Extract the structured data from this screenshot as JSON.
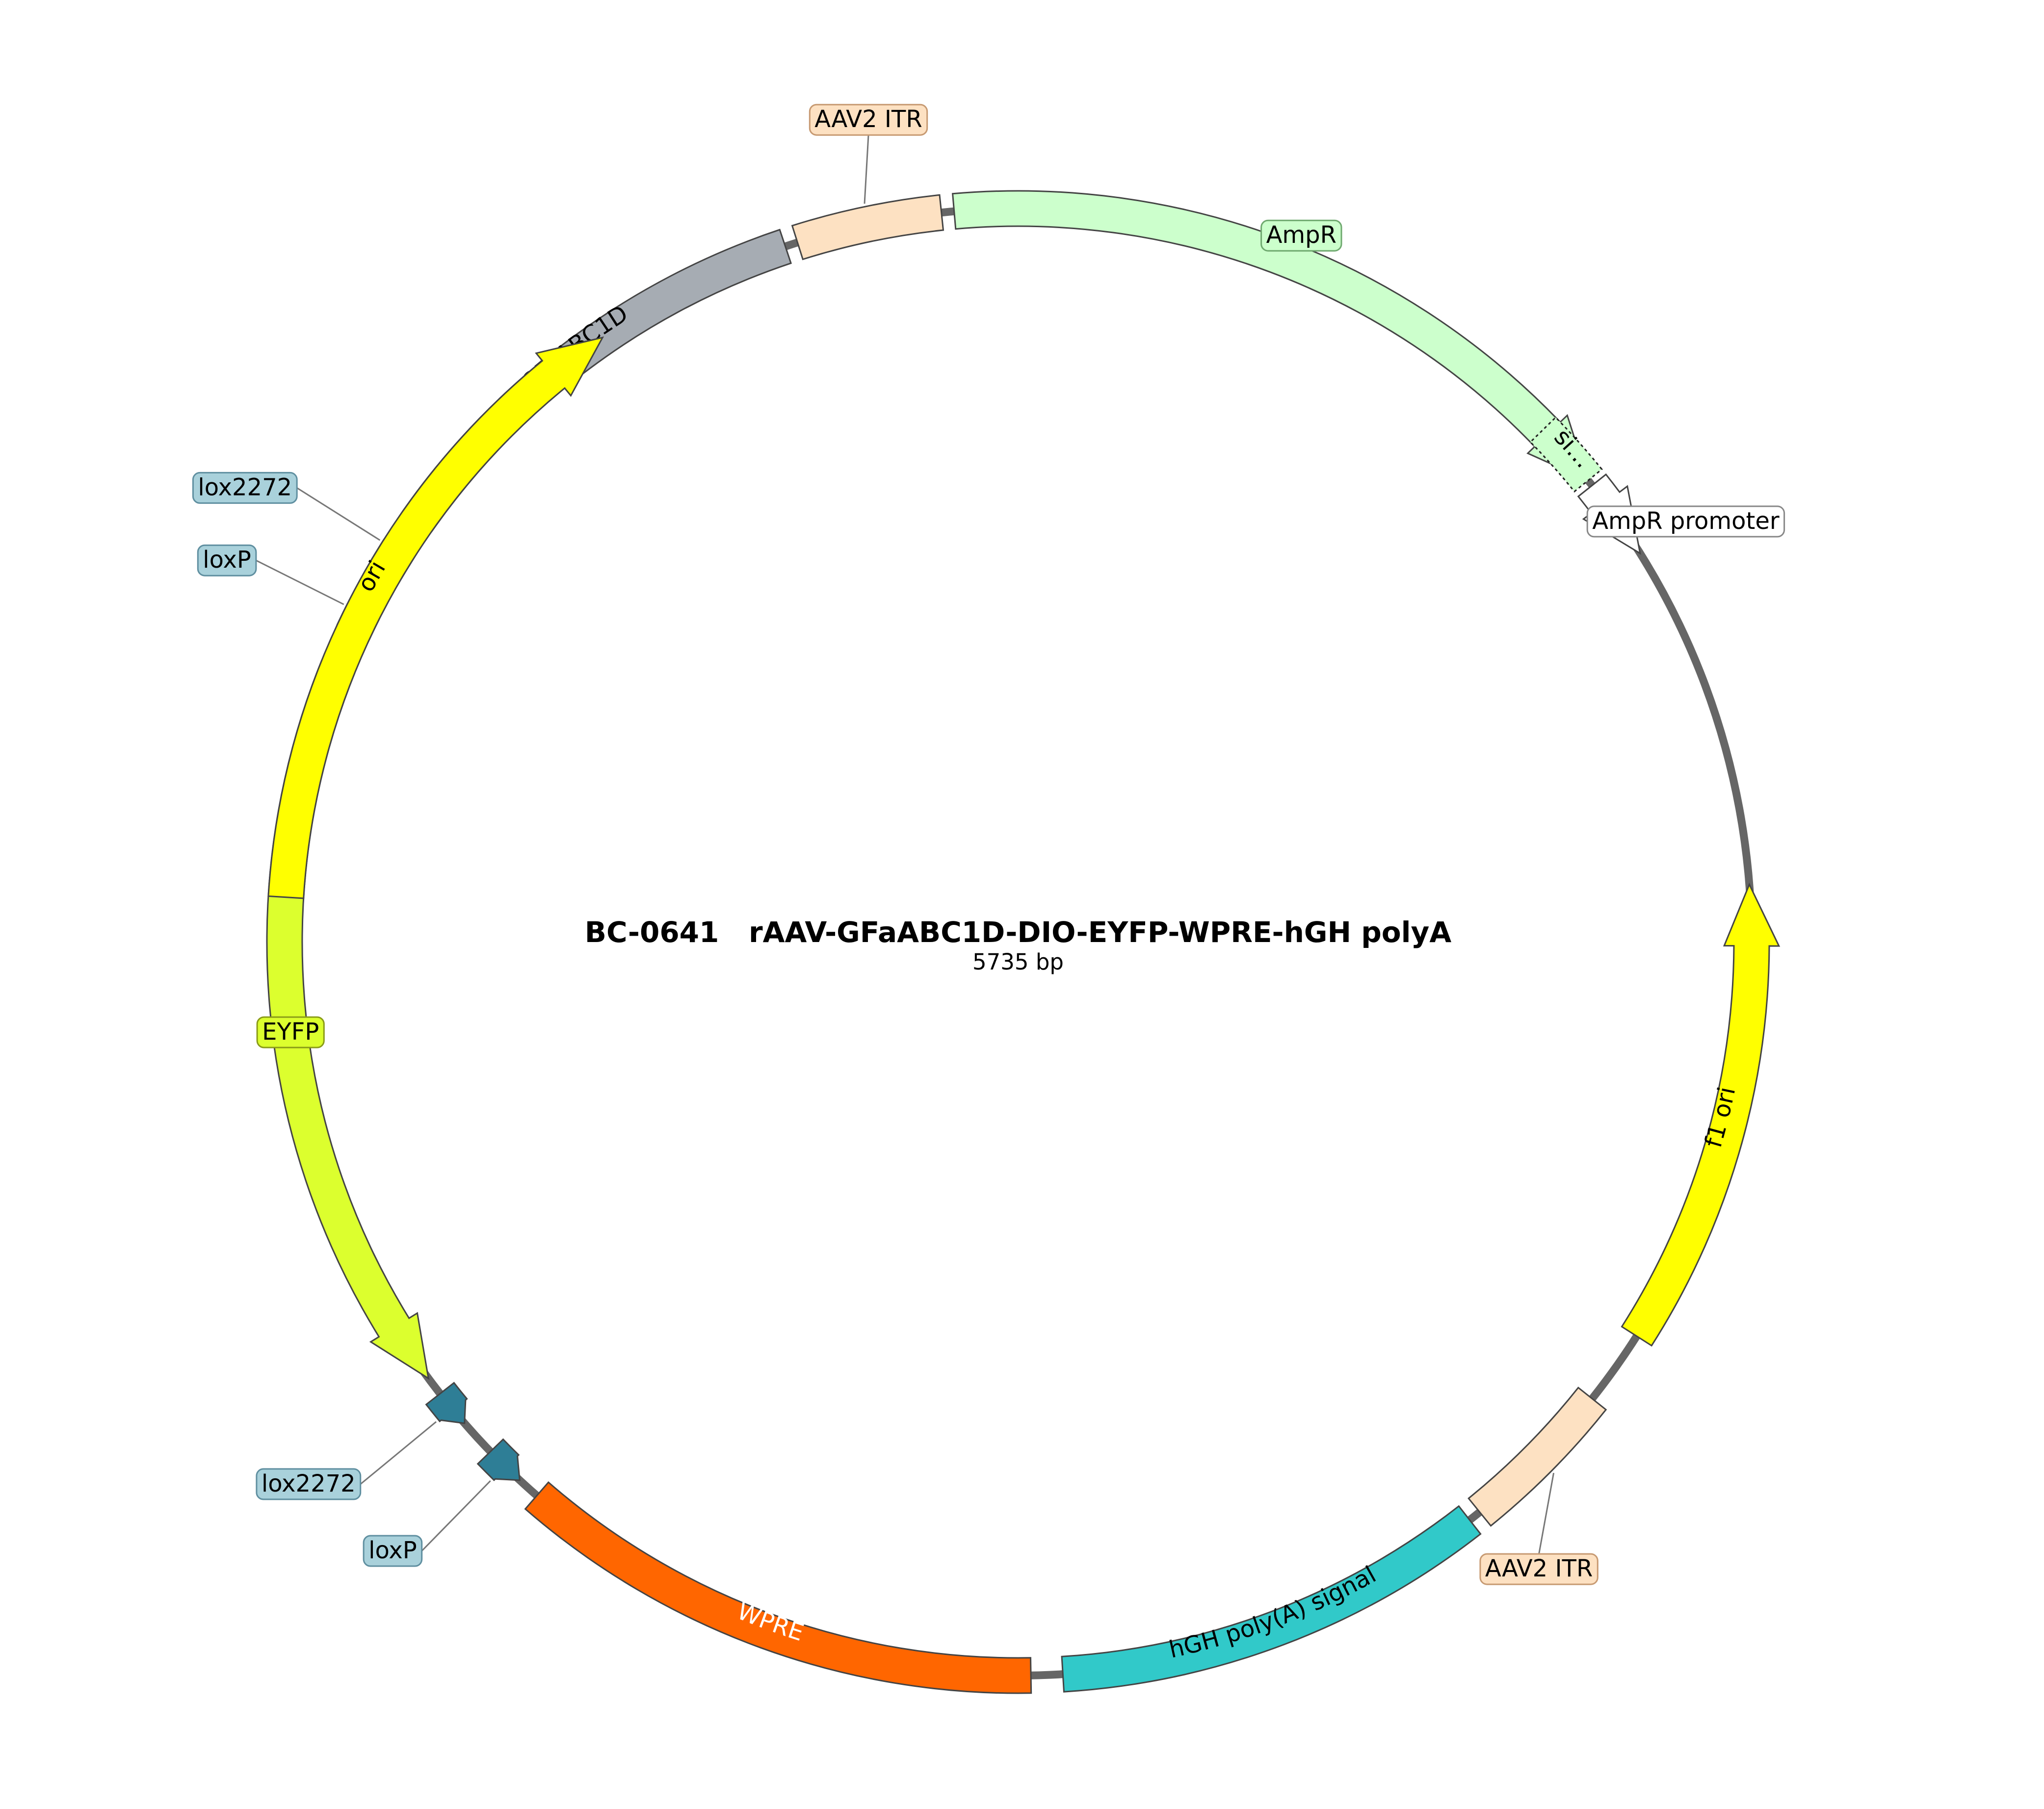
{
  "plasmid": {
    "name": "BC-0641   rAAV-GFaABC1D-DIO-EYFP-WPRE-hGH polyA",
    "length_label": "5735 bp"
  },
  "features": [
    {
      "id": "aav2-itr-top",
      "label": "AAV2 ITR",
      "kind": "box",
      "start": 96.0,
      "end": 107.5,
      "color": "#fde1c2",
      "callout": true
    },
    {
      "id": "gfaabc1d",
      "label": "GFaABC1D",
      "kind": "box",
      "start": 108.5,
      "end": 145.0,
      "color": "#a6acb3",
      "inlineLabel": true,
      "labelColor": "#000000"
    },
    {
      "id": "lox2272-top",
      "label": "lox2272",
      "kind": "small",
      "start": 146.2,
      "end": 149.4,
      "direction": "cw",
      "color": "#2e7e96",
      "callout": true
    },
    {
      "id": "loxp-top",
      "label": "loxP",
      "kind": "small",
      "start": 151.8,
      "end": 155.0,
      "direction": "cw",
      "color": "#2e7e96",
      "callout": true
    },
    {
      "id": "eyfp",
      "label": "EYFP",
      "kind": "arrow",
      "start": 158.0,
      "end": 216.5,
      "direction": "ccw",
      "color": "#dcff2e",
      "callout": true
    },
    {
      "id": "lox2272-bottom",
      "label": "lox2272",
      "kind": "small",
      "start": 218.0,
      "end": 221.0,
      "direction": "ccw",
      "color": "#2e7e96",
      "callout": true
    },
    {
      "id": "loxp-bottom",
      "label": "loxP",
      "kind": "small",
      "start": 224.0,
      "end": 227.2,
      "direction": "ccw",
      "color": "#2e7e96",
      "callout": true
    },
    {
      "id": "wpre",
      "label": "WPRE",
      "kind": "box",
      "start": 229.0,
      "end": 271.0,
      "color": "#ff6600",
      "inlineLabel": true,
      "labelColor": "#ffffff"
    },
    {
      "id": "hgh-polya",
      "label": "hGH poly(A) signal",
      "kind": "box",
      "start": 273.5,
      "end": 308.0,
      "color": "#31c9c9",
      "inlineLabel": true,
      "labelColor": "#000000"
    },
    {
      "id": "aav2-itr-bottom",
      "label": "AAV2 ITR",
      "kind": "box",
      "start": 309.0,
      "end": 321.5,
      "color": "#fde1c2",
      "callout": true
    },
    {
      "id": "f1-ori",
      "label": "f1 ori",
      "kind": "arrow",
      "start": 327.5,
      "end": 364.5,
      "direction": "ccw",
      "color": "#ffff00",
      "inlineLabel": true,
      "labelColor": "#000000"
    },
    {
      "id": "ampr-promoter",
      "label": "AmpR promoter",
      "kind": "arrow",
      "start": 32.0,
      "end": 38.5,
      "direction": "cw",
      "color": "#ffffff",
      "callout": true
    },
    {
      "id": "ampr",
      "label": "AmpR",
      "kind": "arrow",
      "start": 39.0,
      "end": 95.0,
      "direction": "cw",
      "color": "#ccffcc",
      "callout": true
    },
    {
      "id": "signal-seq",
      "label": "si…",
      "kind": "inset",
      "start": 39.0,
      "end": 44.3,
      "color": "#ccffcc",
      "inlineLabel": true,
      "labelColor": "#000000"
    },
    {
      "id": "ori",
      "label": "ori",
      "kind": "arrow",
      "start": 124.5,
      "end": 176.5,
      "direction": "cw",
      "color": "#ffff00",
      "inlineLabel": true,
      "labelColor": "#000000"
    }
  ],
  "callouts": [
    {
      "feature": "aav2-itr-top",
      "label": "AAV2 ITR",
      "fill": "#fde1c2",
      "stroke": "#c79a72"
    },
    {
      "feature": "lox2272-top",
      "label": "lox2272",
      "fill": "#a9d1db",
      "stroke": "#5f8fa0"
    },
    {
      "feature": "loxp-top",
      "label": "loxP",
      "fill": "#a9d1db",
      "stroke": "#5f8fa0"
    },
    {
      "feature": "eyfp",
      "label": "EYFP",
      "fill": "#dcff2e",
      "stroke": "#8a9b17"
    },
    {
      "feature": "lox2272-bottom",
      "label": "lox2272",
      "fill": "#a9d1db",
      "stroke": "#5f8fa0"
    },
    {
      "feature": "loxp-bottom",
      "label": "loxP",
      "fill": "#a9d1db",
      "stroke": "#5f8fa0"
    },
    {
      "feature": "aav2-itr-bottom",
      "label": "AAV2 ITR",
      "fill": "#fde1c2",
      "stroke": "#c79a72"
    },
    {
      "feature": "ampr",
      "label": "AmpR",
      "fill": "#ccffcc",
      "stroke": "#6fa96f"
    },
    {
      "feature": "ampr-promoter",
      "label": "AmpR promoter",
      "fill": "#ffffff",
      "stroke": "#888888"
    }
  ],
  "colors": {
    "backbone": "#666666",
    "outline": "#444444"
  }
}
